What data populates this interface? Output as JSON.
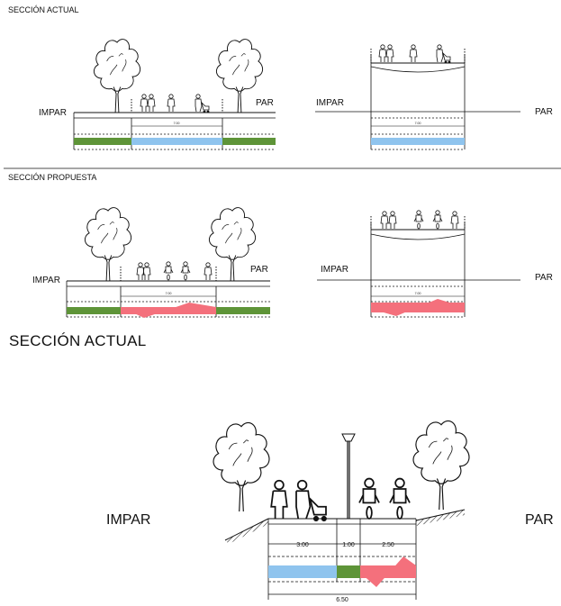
{
  "sections": {
    "current_title": "SECCIÓN ACTUAL",
    "proposed_title": "SECCIÓN PROPUESTA",
    "detail_title": "SECCIÓN ACTUAL"
  },
  "labels": {
    "impar": "IMPAR",
    "par": "PAR"
  },
  "dimensions": {
    "street_width": "7.00",
    "detail_left": "3.00",
    "detail_middle": "1.00",
    "detail_right": "2.50",
    "detail_total": "6.50"
  },
  "colors": {
    "green": "#5e9438",
    "blue": "#8fc4ee",
    "red": "#f4707c",
    "line": "#111111"
  }
}
